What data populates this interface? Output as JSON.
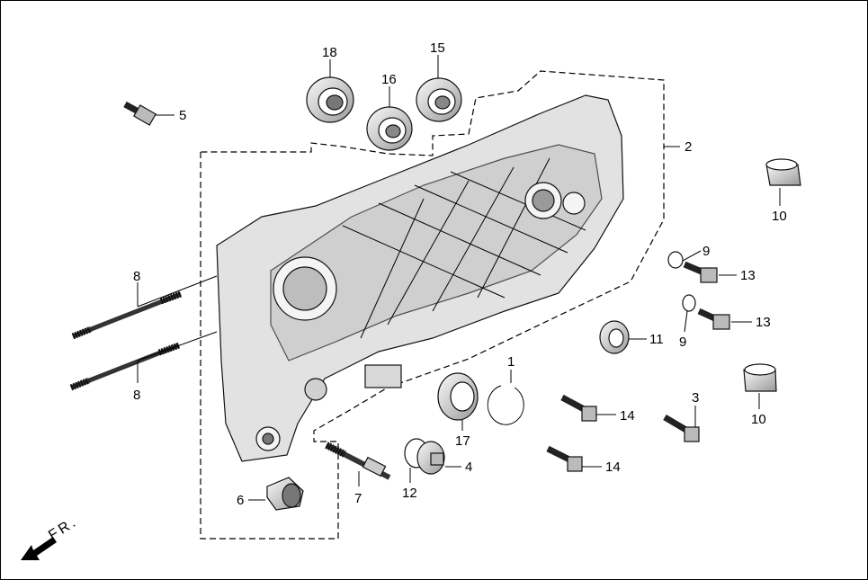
{
  "direction_label": "FR.",
  "callouts": [
    {
      "id": "c18",
      "text": "18"
    },
    {
      "id": "c16",
      "text": "16"
    },
    {
      "id": "c15",
      "text": "15"
    },
    {
      "id": "c5",
      "text": "5"
    },
    {
      "id": "c2",
      "text": "2"
    },
    {
      "id": "c10a",
      "text": "10"
    },
    {
      "id": "c9a",
      "text": "9"
    },
    {
      "id": "c13a",
      "text": "13"
    },
    {
      "id": "c9b",
      "text": "9"
    },
    {
      "id": "c13b",
      "text": "13"
    },
    {
      "id": "c11",
      "text": "11"
    },
    {
      "id": "c8a",
      "text": "8"
    },
    {
      "id": "c8b",
      "text": "8"
    },
    {
      "id": "c1",
      "text": "1"
    },
    {
      "id": "c3",
      "text": "3"
    },
    {
      "id": "c14a",
      "text": "14"
    },
    {
      "id": "c10b",
      "text": "10"
    },
    {
      "id": "c17",
      "text": "17"
    },
    {
      "id": "c4",
      "text": "4"
    },
    {
      "id": "c14b",
      "text": "14"
    },
    {
      "id": "c12",
      "text": "12"
    },
    {
      "id": "c7",
      "text": "7"
    },
    {
      "id": "c6",
      "text": "6"
    }
  ],
  "colors": {
    "ink": "#000000",
    "part_fill": "#e6e6e6",
    "part_dark": "#8c8c8c"
  }
}
